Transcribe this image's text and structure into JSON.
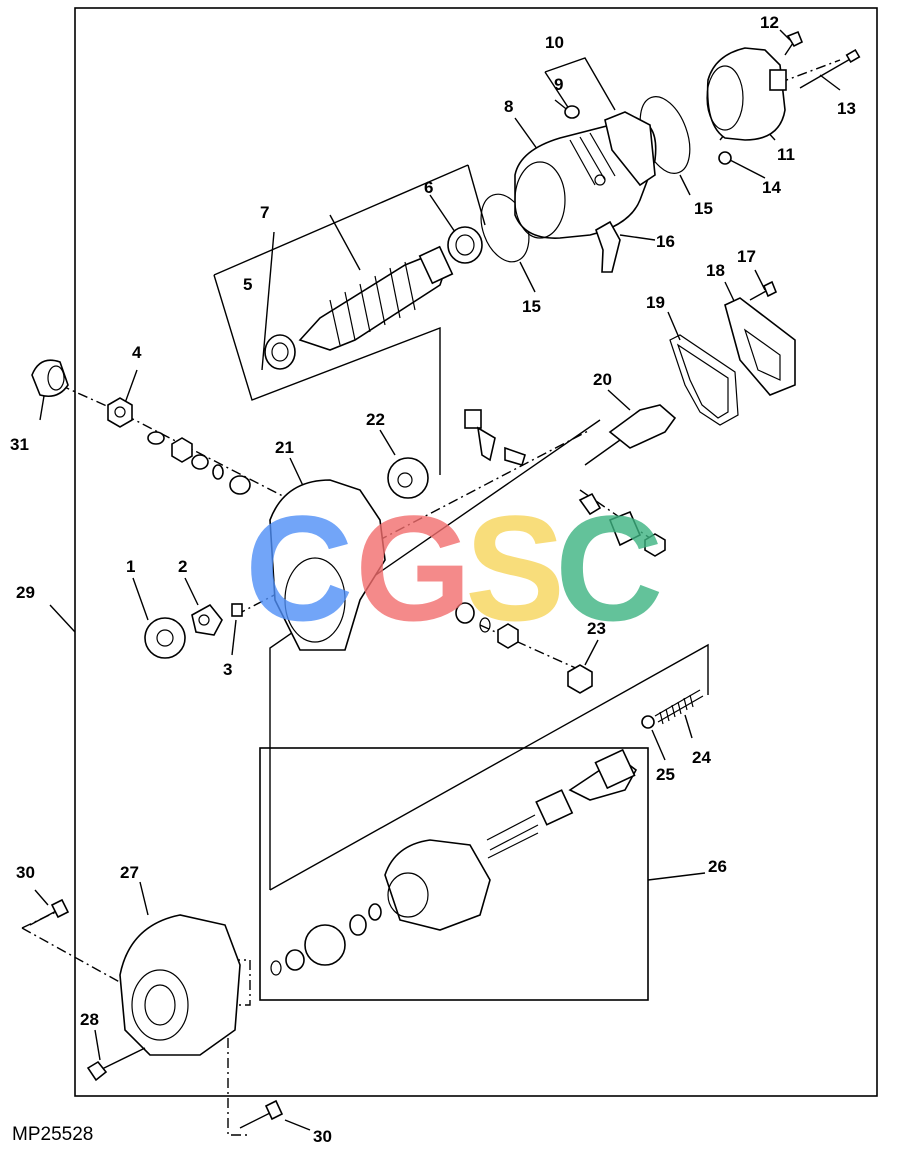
{
  "figure_id": "MP25528",
  "watermark": {
    "letters": [
      {
        "char": "C",
        "color": "#4f8ff7"
      },
      {
        "char": "G",
        "color": "#f26d6d"
      },
      {
        "char": "S",
        "color": "#f7d55b"
      },
      {
        "char": "C",
        "color": "#3db381"
      }
    ]
  },
  "callouts": [
    "1",
    "2",
    "3",
    "4",
    "5",
    "6",
    "7",
    "8",
    "9",
    "10",
    "11",
    "12",
    "13",
    "14",
    "15",
    "15",
    "16",
    "17",
    "18",
    "19",
    "20",
    "21",
    "22",
    "23",
    "24",
    "25",
    "26",
    "27",
    "28",
    "29",
    "30",
    "30",
    "31"
  ]
}
